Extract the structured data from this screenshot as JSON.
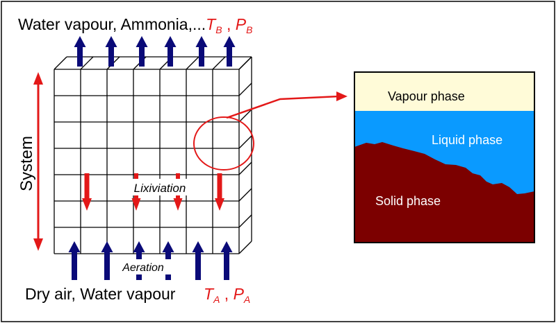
{
  "top_label": {
    "text": "Water vapour, Ammonia,...",
    "temp_symbol": "T",
    "temp_sub": "B",
    "sep": " , ",
    "press_symbol": "P",
    "press_sub": "B"
  },
  "bottom_label": {
    "text": "Dry air, Water vapour",
    "temp_symbol": "T",
    "temp_sub": "A",
    "sep": " , ",
    "press_symbol": "P",
    "press_sub": "A"
  },
  "system_label": "System",
  "lixiviation_label": "Lixiviation",
  "aeration_label": "Aeration",
  "phases": {
    "vapour": "Vapour phase",
    "liquid": "Liquid phase",
    "solid": "Solid phase"
  },
  "colors": {
    "flow_arrow": "#0a0a78",
    "accent_red": "#e31818",
    "vapour_fill": "#fffbd8",
    "liquid_fill": "#0a9aff",
    "solid_fill": "#7c0000",
    "grid": "#000000"
  }
}
